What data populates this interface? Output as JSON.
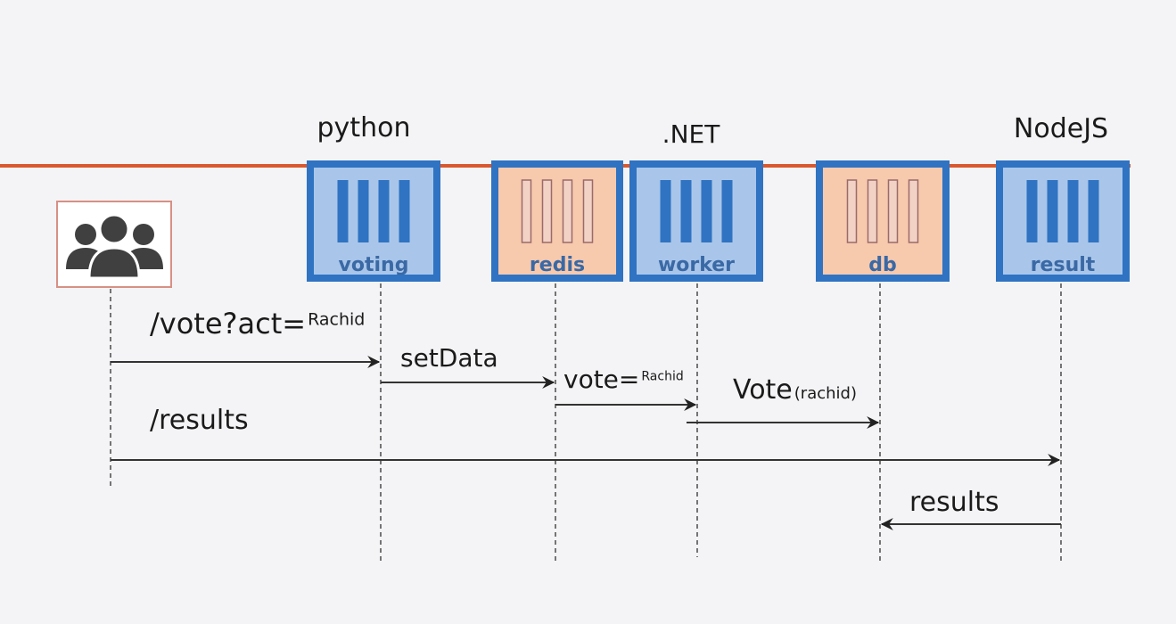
{
  "diagram": {
    "type": "sequence",
    "colors": {
      "background": "#f4f4f6",
      "network_line": "#d9582f",
      "container_border": "#2f73c2",
      "app_fill": "#a9c6ea",
      "app_bar": "#2f73c2",
      "store_fill": "#f7c9ad",
      "store_bar_fill": "#f3d2c6",
      "store_bar_stroke": "#9a6b68",
      "label_text": "#3a69a5",
      "user_icon": "#404040",
      "user_box_border": "#d79084",
      "arrow": "#333333",
      "lifeline": "#555555",
      "text": "#1a1a1a"
    },
    "tech_labels": [
      {
        "id": "python",
        "text": "python"
      },
      {
        "id": "dotnet",
        "text": ".NET"
      },
      {
        "id": "nodejs",
        "text": "NodeJS"
      }
    ],
    "actor": {
      "id": "users",
      "icon": "users-icon"
    },
    "containers": [
      {
        "id": "voting",
        "label": "voting",
        "kind": "app"
      },
      {
        "id": "redis",
        "label": "redis",
        "kind": "store"
      },
      {
        "id": "worker",
        "label": "worker",
        "kind": "app"
      },
      {
        "id": "db",
        "label": "db",
        "kind": "store"
      },
      {
        "id": "result",
        "label": "result",
        "kind": "app"
      }
    ],
    "messages": [
      {
        "from": "users",
        "to": "voting",
        "text": "/vote?act=",
        "sub": "Rachid"
      },
      {
        "from": "voting",
        "to": "redis",
        "text": "setData",
        "sub": ""
      },
      {
        "from": "redis",
        "to": "worker",
        "text": "vote=",
        "sub": "Rachid"
      },
      {
        "from": "worker",
        "to": "db",
        "text": "Vote",
        "sub": "(rachid)"
      },
      {
        "from": "users",
        "to": "result",
        "text": "/results",
        "sub": ""
      },
      {
        "from": "result",
        "to": "db",
        "text": "results",
        "sub": ""
      }
    ]
  }
}
